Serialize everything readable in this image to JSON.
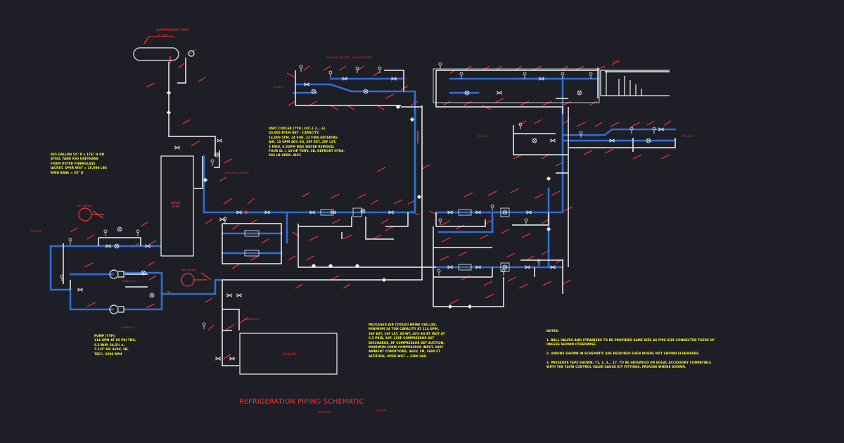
{
  "drawing": {
    "title": "REFRIGERATION PIPING SCHEMATIC",
    "subtitle": "NO SCALE",
    "sheet_no": "3-08-08"
  },
  "labels": {
    "compression_tank": "COMPRESSION TANK",
    "tank_size": "8\" SIZE",
    "brine_tank": "BRINE\nTANK",
    "chiller": "CHILLER",
    "see_detail_1": "SEE DETAIL",
    "see_detail_2": "SEE DETAIL",
    "pump_no1": "PUMP NO. 1",
    "pump_no2": "PUMP NO. 2",
    "psig": "25 PSIG",
    "low_level_switch": "LOW LEVEL SWITCH",
    "sub_header": "ROOM & SEE SHT. - FOR LOCATION",
    "to_uc_left": "TO UC-3",
    "to_uc_mid": "TO UC-4",
    "to_uc_right": "TO UC-5",
    "to_uc_mid2": "TO UC-5",
    "to_uc_top_right": "UC-5",
    "mixed_pipe": "NHEDA RM."
  },
  "notes": {
    "brine_tank_spec": [
      "965 GALLON 52\" D x 176\" H OD",
      "STEEL TANK R30 URETHANE",
      "FOAM OUTER FIBERGLASS",
      "JACKET, OPER WGT = 10,000 LBS",
      "RING BASE = 20\" D"
    ],
    "unit_cooler_spec": [
      "UNIT COOLER (TYP.) (UC-1,2,...6)",
      "40,000 BTUH NET - CAPACITY,",
      "14,000 CFM, 34 FOR, 23 FINS ENTERING",
      "AIR, 15 GPM 40% EG, 20F EST, 25F LST,",
      "3 PSID, 6.5GPM MAX WATER REMOVAL",
      "FOUR EL = 10 HP TEMV, 3B, DEFROST HTRS,",
      "505 LB OPER. WGT."
    ],
    "pump_spec": [
      "PUMP (TYP):",
      "114 GPM AT 85 PSI TDH,",
      "6.5 BHP, 64.5% n,",
      "7-1/2\" HP, 460V, 3Ø,",
      "TEFC, 3500 RPM"
    ],
    "chiller_spec": [
      "PACKAGED AIR COOLED BRINE CHILLER,",
      "MINIMUM 34 TON CAPACITY AT 114 GPM,",
      "34F EST, 16F LST, 30-WT, 40% EG BY WGT AT",
      "6.5    PSID, 10F, 135F COMPRESSOR SST",
      "DISCHARGE, 8F COMPRESSOR SST SUCTION,",
      "MAXIMUM 60KW COMPRESSOR INPUT, 105F",
      "AMBIENT CONDITIONS, 460V, 3Ø, 3600 FT",
      "ALTITUDE, OPER WGT = 2300 LBS."
    ],
    "general_notes_title": "NOTES:",
    "general_notes": [
      "1. BALL VALVES AND STRAINERS TO BE PROVIDED SAME SIZE AS PIPE SIZE CONNECTED THERE OF",
      "   UNLESS SHOWN OTHERWISE.",
      "",
      "2. UNIONS SHOWN IN SCHEMATIC ARE REQUIRED EVEN WHERE NOT SHOWN ELSEWHERE.",
      "",
      "3. PRESSURE TAPS SHOWN, T1, 2, 3,...17, TO BE GRISWOLD OR EQUAL ACCESSORY COMPATIBLE",
      "   WITH THE FLOW CONTROL VALVE GAUGE KIT FITTINGS. PROVIDE WHERE SHOWN."
    ]
  },
  "colors": {
    "background": "#1e1f26",
    "supply_pipe": "#2f6fd6",
    "return_pipe": "#f2f2f2",
    "annotation": "#ff3333",
    "notes": "#ffff33"
  }
}
